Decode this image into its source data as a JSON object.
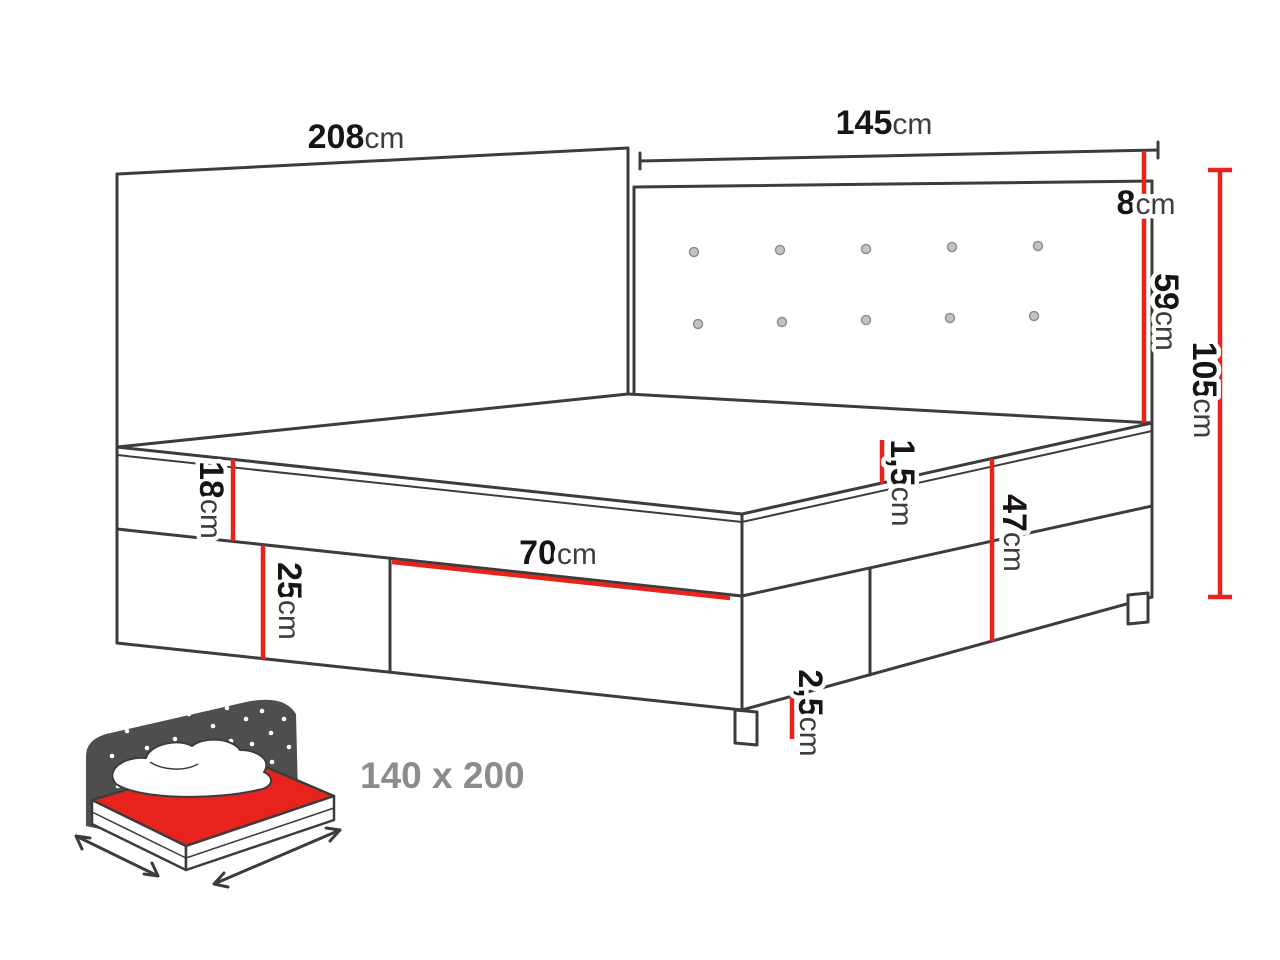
{
  "colors": {
    "outline": "#3c3c3c",
    "dimension": "#e8231d",
    "buttons": "#c4c4c4",
    "icon_dark": "#4e4e4e",
    "icon_red": "#e8231d",
    "size_text": "#8c8c8c"
  },
  "dimensions": {
    "panel_width": {
      "num": "208",
      "unit": "cm"
    },
    "headboard_width": {
      "num": "145",
      "unit": "cm"
    },
    "top_offset": {
      "num": "8",
      "unit": "cm"
    },
    "headboard_height": {
      "num": "59",
      "unit": "cm"
    },
    "total_height": {
      "num": "105",
      "unit": "cm"
    },
    "mattress_height": {
      "num": "18",
      "unit": "cm"
    },
    "box_height": {
      "num": "25",
      "unit": "cm"
    },
    "drawer_width": {
      "num": "70",
      "unit": "cm"
    },
    "topper_height": {
      "num": "1,5",
      "unit": "cm"
    },
    "side_height": {
      "num": "47",
      "unit": "cm"
    },
    "clearance_height": {
      "num": "2,5",
      "unit": "cm"
    }
  },
  "footer": {
    "size_label": "140 x 200"
  }
}
